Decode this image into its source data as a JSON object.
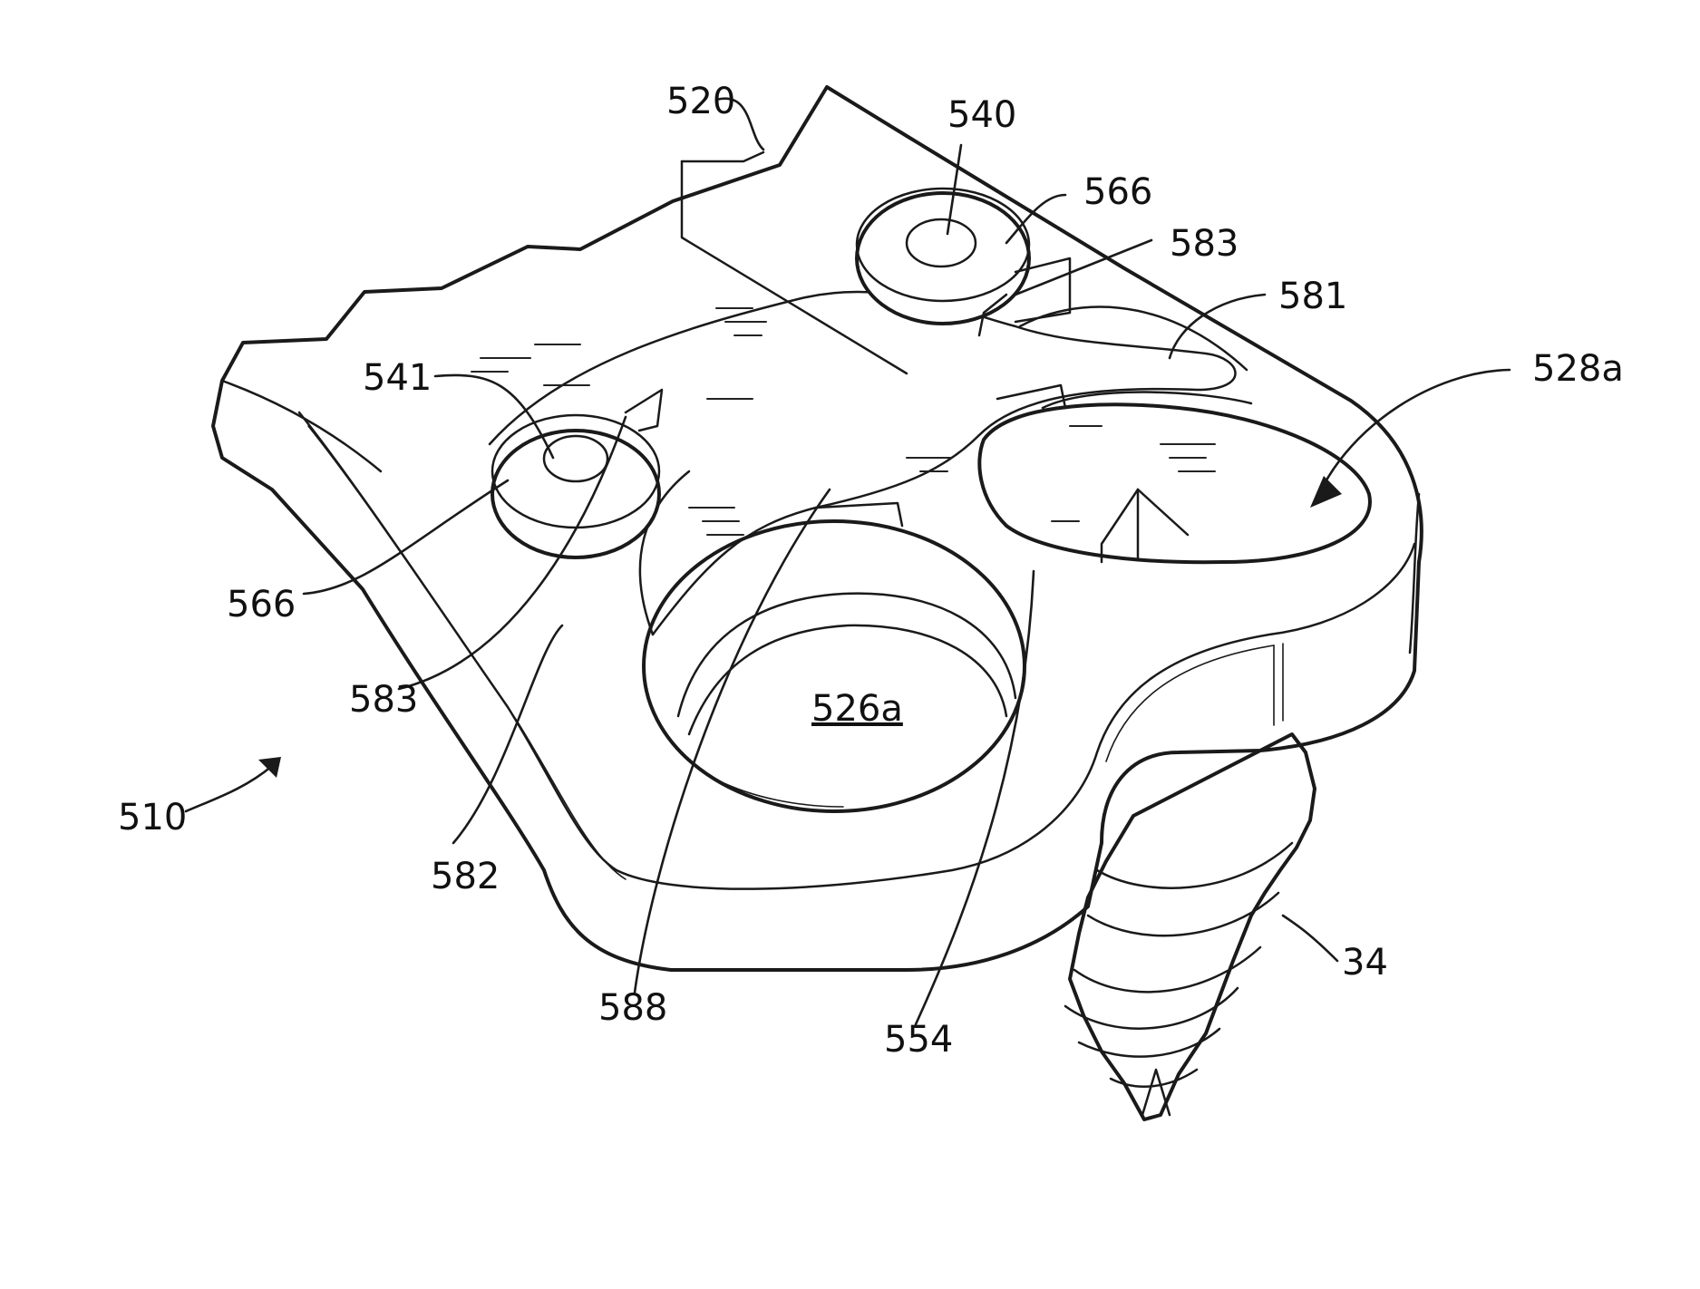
{
  "labels": {
    "l510": "510",
    "l520": "520",
    "l540": "540",
    "l541": "541",
    "l566a": "566",
    "l566b": "566",
    "l583a": "583",
    "l583b": "583",
    "l581": "581",
    "l528a": "528a",
    "l526a": "526a",
    "l582": "582",
    "l588": "588",
    "l554": "554",
    "l34": "34"
  },
  "colors": {
    "line": "#1a1a1a",
    "background": "#ffffff"
  }
}
